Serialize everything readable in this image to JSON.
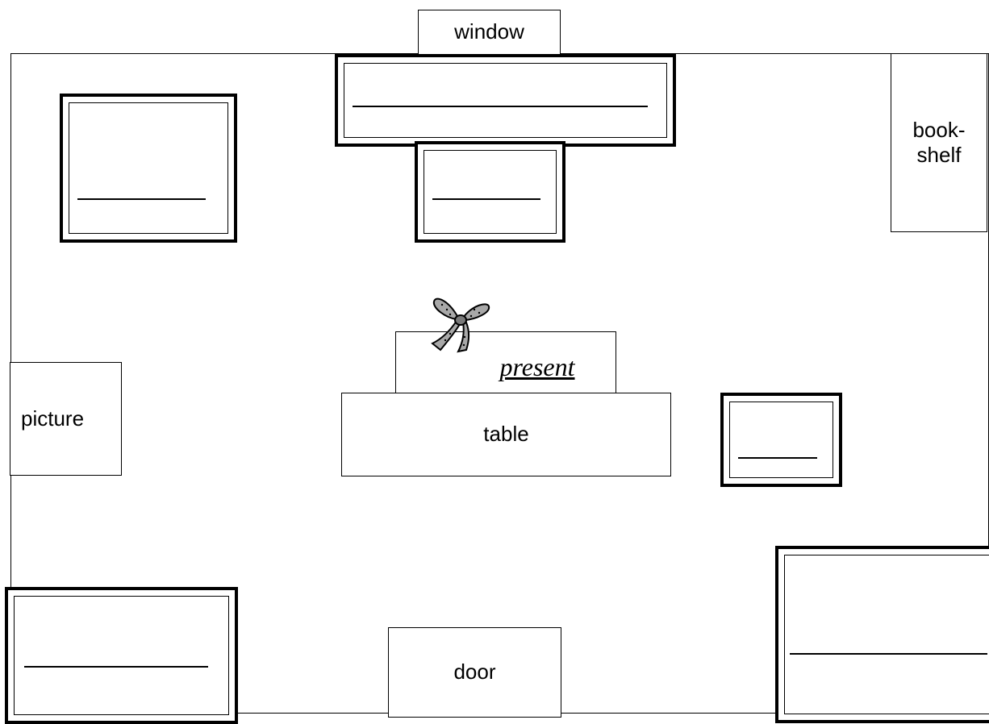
{
  "labels": {
    "window": "window",
    "bookshelf": "book-\nshelf",
    "picture": "picture",
    "table": "table",
    "present": "present",
    "door": "door"
  },
  "icons": {
    "bow": "bow-icon"
  }
}
